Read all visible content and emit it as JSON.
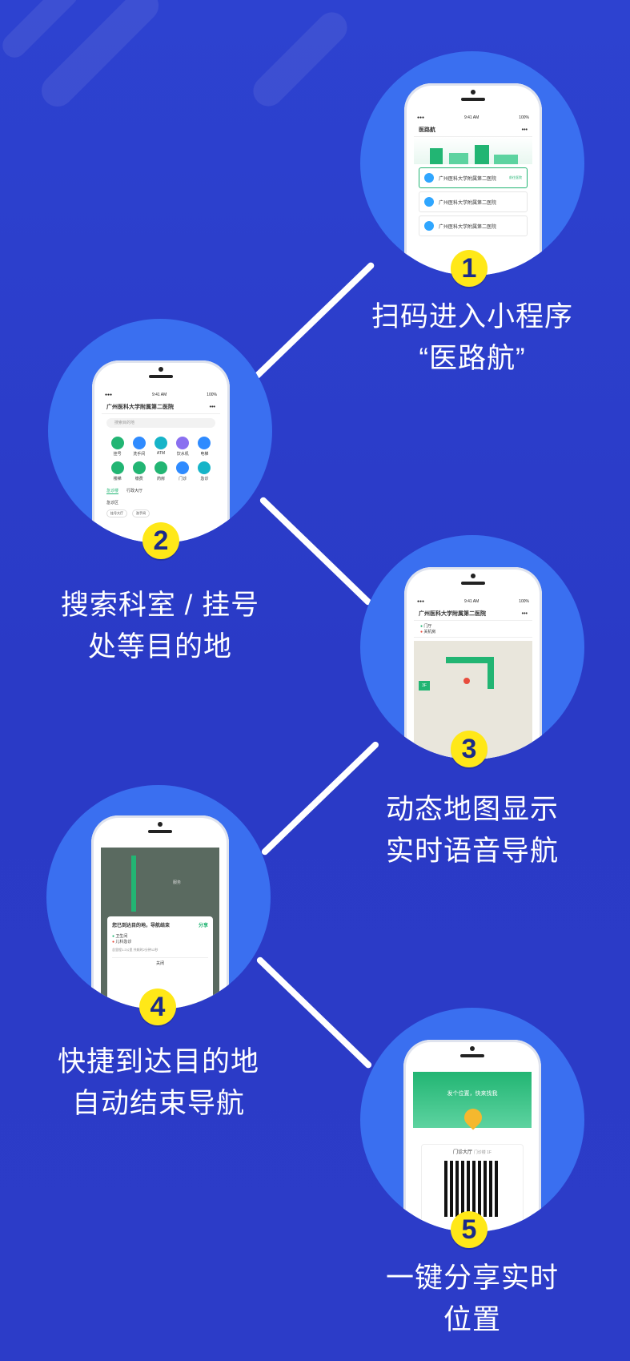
{
  "steps": [
    {
      "number": "1",
      "caption_line1": "扫码进入小程序",
      "caption_line2": "“医路航”",
      "screen": {
        "title": "医路航",
        "status_time": "9:41 AM",
        "status_battery": "100%",
        "items": [
          "广州医科大学附属第二医院",
          "广州医科大学附属第二医院",
          "广州医科大学附属第二医院"
        ],
        "nearby_label": "前往医院"
      }
    },
    {
      "number": "2",
      "caption_line1": "搜索科室 / 挂号",
      "caption_line2": "处等目的地",
      "screen": {
        "title": "广州医科大学附属第二医院",
        "status_time": "9:41 AM",
        "status_battery": "100%",
        "search_placeholder": "搜索目的地",
        "icons": [
          "挂号",
          "洗手间",
          "ATM",
          "饮水机",
          "电梯",
          "楼梯",
          "缴费",
          "药房",
          "门诊",
          "急诊"
        ],
        "tabs": [
          "急诊楼",
          "行政大厅"
        ],
        "section": "急诊区",
        "chips": [
          "挂号大厅",
          "洗手间"
        ]
      }
    },
    {
      "number": "3",
      "caption_line1": "动态地图显示",
      "caption_line2": "实时语音导航",
      "screen": {
        "title": "广州医科大学附属第二医院",
        "status_time": "9:41 AM",
        "status_battery": "100%",
        "from": "门厅",
        "to": "关机房",
        "floor": "3F"
      }
    },
    {
      "number": "4",
      "caption_line1": "快捷到达目的地",
      "caption_line2": "自动结束导航",
      "screen": {
        "dialog_title": "您已到达目的地，导航结束",
        "share": "分享",
        "line1": "卫生间",
        "line2": "儿科急诊",
        "summary": "总里程1.2公里  共耗时2分钟12秒",
        "close": "关闭",
        "map_label": "服务"
      }
    },
    {
      "number": "5",
      "caption_line1": "一键分享实时",
      "caption_line2": "位置",
      "screen": {
        "banner": "发个位置，快来找我",
        "place": "门诊大厅",
        "floor_tag": "门诊楼 1F"
      }
    }
  ],
  "colors": {
    "background": "#2a3fc9",
    "circle": "#3a6ff0",
    "badge": "#ffe818",
    "badge_text": "#1a2a8a",
    "accent_green": "#22b573"
  }
}
